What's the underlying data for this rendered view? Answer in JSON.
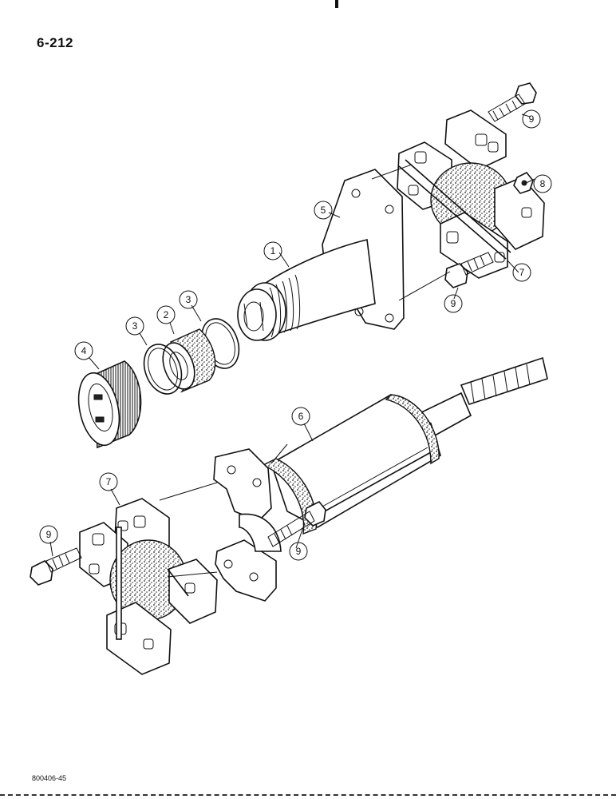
{
  "page": {
    "number": "6-212",
    "figure_code": "800406-45"
  },
  "callouts": [
    "1",
    "2",
    "3",
    "3",
    "4",
    "5",
    "6",
    "7",
    "7",
    "8",
    "9",
    "9",
    "9",
    "9"
  ],
  "colors": {
    "line": "#111111",
    "paper": "#ffffff"
  }
}
